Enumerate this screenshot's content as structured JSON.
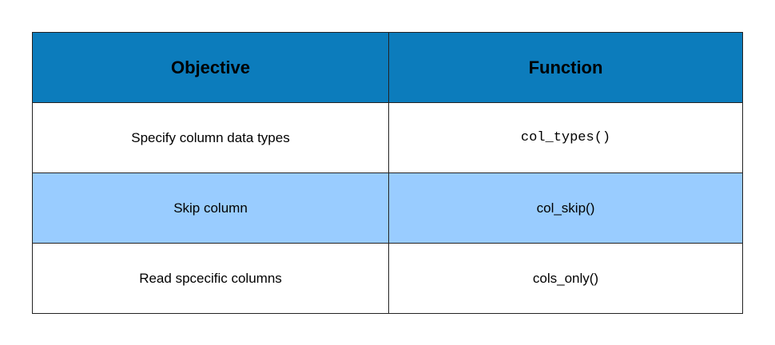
{
  "table": {
    "headers": [
      "Objective",
      "Function"
    ],
    "rows": [
      {
        "objective": "Specify column data types",
        "function": "col_types()",
        "style": "monospace",
        "background": "#ffffff"
      },
      {
        "objective": "Skip column",
        "function": "col_skip()",
        "style": "sans",
        "background": "#99ccff"
      },
      {
        "objective": "Read spcecific columns",
        "function": "cols_only()",
        "style": "sans",
        "background": "#ffffff"
      }
    ]
  },
  "colors": {
    "header_background": "#0c7cbc",
    "highlight_row": "#99ccff",
    "border": "#222222"
  }
}
